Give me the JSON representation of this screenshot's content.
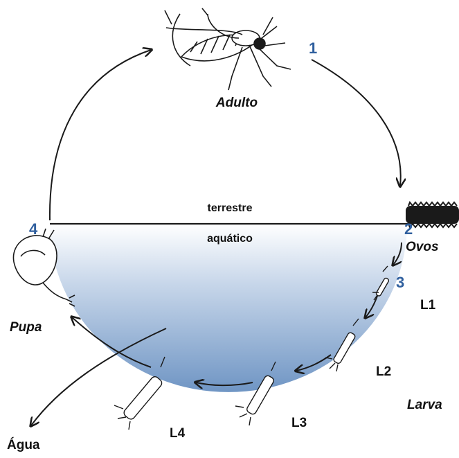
{
  "zones": {
    "top": "terrestre",
    "bottom": "aquático"
  },
  "stages": {
    "adult": "Adulto",
    "eggs": "Ovos",
    "larva": "Larva",
    "pupa": "Pupa",
    "water": "Água"
  },
  "numbers": [
    "1",
    "2",
    "3",
    "4"
  ],
  "instars": [
    "L1",
    "L2",
    "L3",
    "L4"
  ],
  "colors": {
    "number": "#2f5f9e",
    "water_top": "#ffffff",
    "water_bottom": "#6f95c4",
    "line": "#1a1a1a"
  }
}
